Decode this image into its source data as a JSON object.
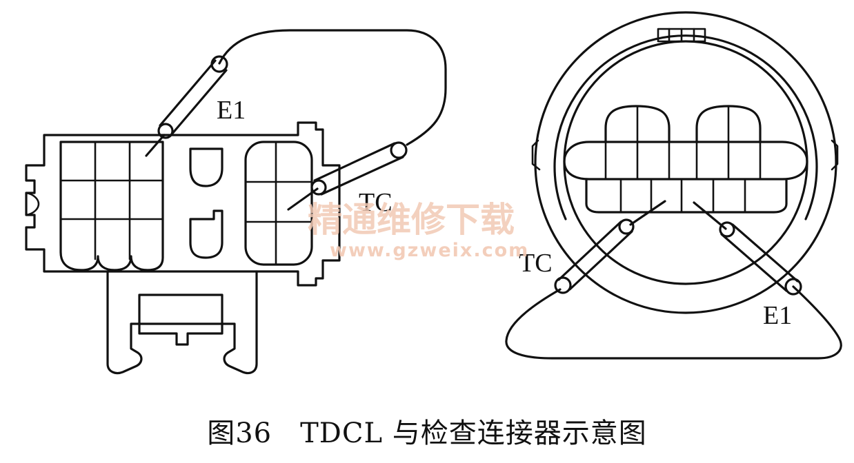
{
  "figure": {
    "caption": "图36　TDCL 与检查连接器示意图"
  },
  "left_connector": {
    "probe_e1_label": "E1",
    "probe_tc_label": "TC"
  },
  "right_connector": {
    "probe_tc_label": "TC",
    "probe_e1_label": "E1"
  },
  "watermark": {
    "title": "精通维修下载",
    "url": "www.gzweix.com"
  },
  "colors": {
    "ink": "#111111",
    "watermark": "#f2c9b4"
  }
}
